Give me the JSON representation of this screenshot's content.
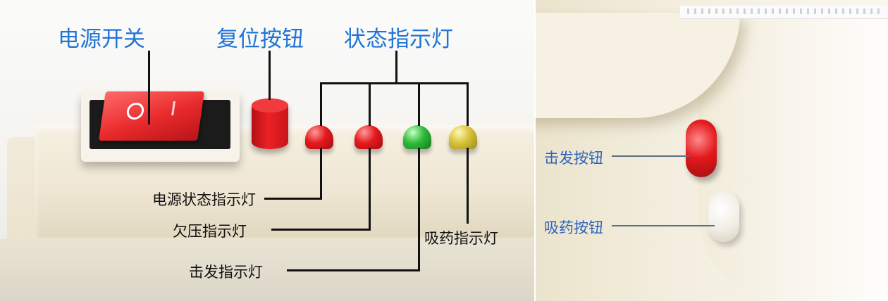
{
  "left_photo": {
    "top_labels": {
      "power_switch": "电源开关",
      "reset_button": "复位按钮",
      "status_indicators": "状态指示灯"
    },
    "indicator_labels": {
      "power_status": "电源状态指示灯",
      "undervoltage": "欠压指示灯",
      "firing": "击发指示灯",
      "suction": "吸药指示灯"
    },
    "switch_marks": {
      "off": "O",
      "on": "I"
    },
    "colors": {
      "label_blue": "#1f74d6",
      "led_red": "#e3191d",
      "led_green": "#2fba3a",
      "led_yellow": "#d7c23a",
      "switch_red": "#e8292b"
    }
  },
  "right_photo": {
    "labels": {
      "fire_button": "击发按钮",
      "suction_button": "吸药按钮"
    },
    "colors": {
      "label_blue": "#2d63b8",
      "fire_button": "#e3181c",
      "suction_button": "#f1ede4"
    }
  }
}
